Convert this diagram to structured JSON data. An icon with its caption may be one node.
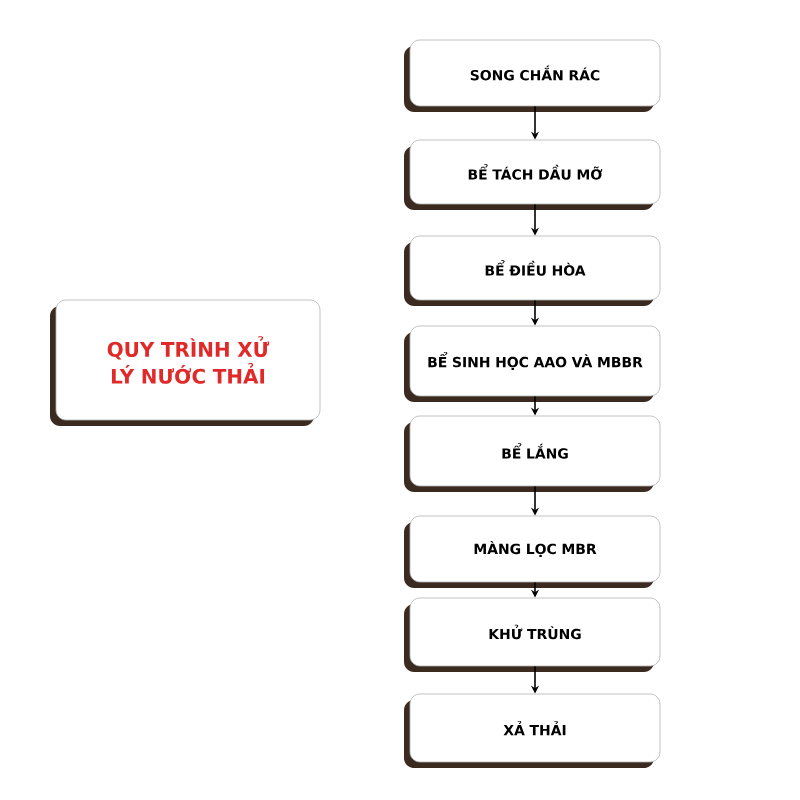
{
  "diagram": {
    "nodes": [
      {
        "text": [
          "QUY TRÌNH XỬ LÝ NƯỚC THẢI"
        ]
      },
      {
        "text": [
          "SONG CHẮN RÁC"
        ]
      },
      {
        "text": [
          "BỂ TÁCH DẦU MỠ"
        ]
      },
      {
        "text": [
          "BỂ ĐIỀU HÒA"
        ]
      },
      {
        "text": [
          "BỂ SINH HỌC AAO VÀ MBBR"
        ]
      },
      {
        "text": [
          "BỂ LẮNG"
        ]
      },
      {
        "text": [
          "MÀNG LỌC MBR"
        ]
      },
      {
        "text": [
          "KHỬ TRÙNG"
        ]
      },
      {
        "text": [
          "XẢ THẢI"
        ]
      }
    ],
    "edges": [
      {
        "from": 1,
        "to": 2,
        "arrow": "to"
      },
      {
        "from": 2,
        "to": 3,
        "arrow": "to"
      },
      {
        "from": 3,
        "to": 4,
        "arrow": "to"
      },
      {
        "from": 4,
        "to": 5,
        "arrow": "to"
      },
      {
        "from": 5,
        "to": 6,
        "arrow": "to"
      },
      {
        "from": 6,
        "to": 7,
        "arrow": "to"
      },
      {
        "from": 7,
        "to": 8,
        "arrow": "to"
      }
    ]
  }
}
